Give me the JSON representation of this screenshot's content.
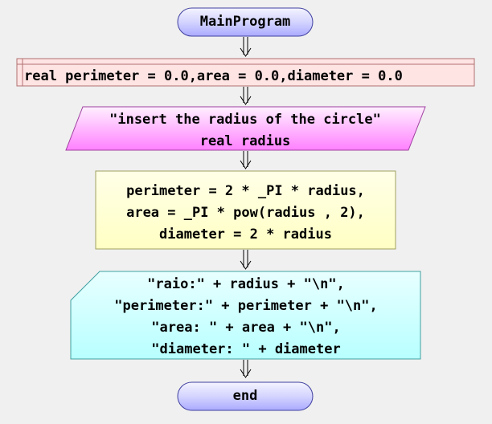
{
  "flowchart": {
    "start": {
      "label": "MainProgram"
    },
    "declaration": {
      "text": "real perimeter = 0.0,area = 0.0,diameter = 0.0"
    },
    "input": {
      "lines": [
        "\"insert the radius of the circle\"",
        "real radius"
      ]
    },
    "process": {
      "lines": [
        "perimeter = 2 * _PI * radius,",
        "area = _PI * pow(radius , 2),",
        "diameter = 2 * radius"
      ]
    },
    "output": {
      "lines": [
        "\"raio:\" + radius + \"\\n\",",
        "\"perimeter:\" + perimeter + \"\\n\",",
        "\"area: \" + area + \"\\n\",",
        "\"diameter: \" + diameter"
      ]
    },
    "end": {
      "label": "end"
    }
  },
  "colors": {
    "terminal_fill": "#ccccff",
    "declaration_fill": "#ffe0e0",
    "declaration_border": "#c08080",
    "input_fill": "#ffb3ff",
    "process_fill": "#ffffcc",
    "output_fill": "#ccffff",
    "background": "#f0f0f0"
  }
}
